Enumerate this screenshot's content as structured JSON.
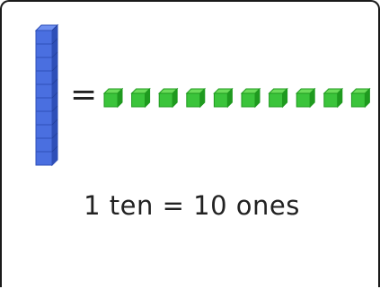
{
  "diagram": {
    "equals": "=",
    "caption": "1 ten = 10 ones",
    "ten_rod": {
      "units": 10,
      "color": "#4a6fe0",
      "color_dark": "#2e4fb8",
      "color_top": "#6e8ff0"
    },
    "ones": {
      "count": 10,
      "color": "#3bc43b",
      "color_dark": "#1f9a1f",
      "color_top": "#6bdc5a"
    }
  }
}
